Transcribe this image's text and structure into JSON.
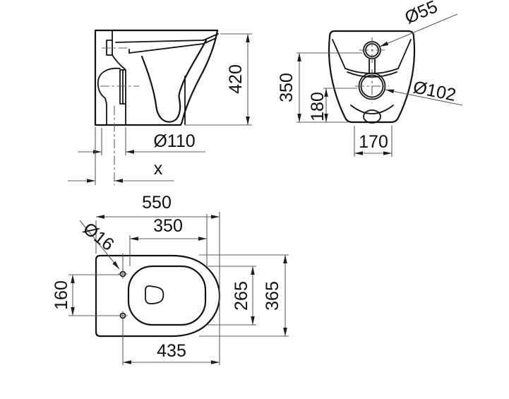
{
  "colors": {
    "line": "#121212",
    "dimension_line": "#5c5c5c",
    "background": "#ffffff"
  },
  "views": {
    "side": {
      "height": "420",
      "outlet_diameter": "Ø110",
      "outlet_distance": "x"
    },
    "rear": {
      "inlet_diameter": "Ø55",
      "outlet_diameter": "Ø102",
      "inlet_height": "350",
      "outlet_height": "180",
      "base_width": "170"
    },
    "plan": {
      "overall_length": "550",
      "bowl_length": "350",
      "fixing_hole_diameter": "Ø16",
      "fixing_hole_spacing": "160",
      "bowl_width": "265",
      "overall_width": "365",
      "fixing_to_front": "435"
    }
  }
}
